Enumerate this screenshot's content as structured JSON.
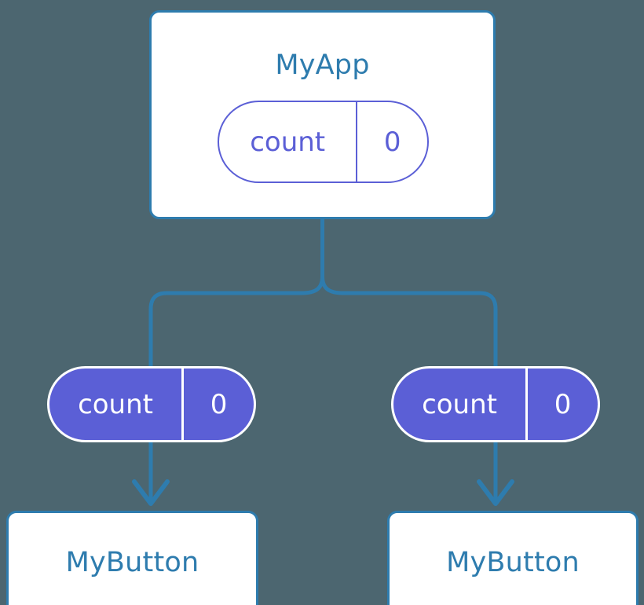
{
  "diagram": {
    "type": "component-state-flow",
    "background_color": "#4c6670",
    "accent_component_color": "#2e7cae",
    "accent_state_color": "#5b5fd6",
    "root": {
      "title": "MyApp",
      "state": {
        "key": "count",
        "value": "0"
      }
    },
    "props_pills": [
      {
        "key": "count",
        "value": "0"
      },
      {
        "key": "count",
        "value": "0"
      }
    ],
    "children": [
      {
        "title": "MyButton"
      },
      {
        "title": "MyButton"
      }
    ]
  }
}
